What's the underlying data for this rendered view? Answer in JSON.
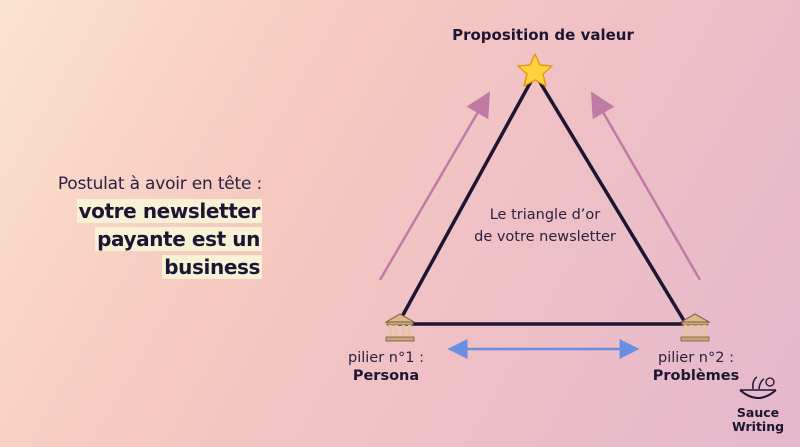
{
  "postulat": {
    "intro": "Postulat à avoir en tête :",
    "line1": "votre newsletter",
    "line2": "payante est un",
    "line3": "business"
  },
  "triangle": {
    "apex_title": "Proposition de valeur",
    "center_line1": "Le triangle d’or",
    "center_line2": "de votre newsletter",
    "pillar1_num": "pilier n°1 :",
    "pillar1_name": "Persona",
    "pillar2_num": "pilier n°2 :",
    "pillar2_name": "Problèmes"
  },
  "logo": {
    "line1": "Sauce",
    "line2": "Writing"
  },
  "colors": {
    "triangle_stroke": "#1d1633",
    "up_arrows": "#c07aa4",
    "double_arrow": "#6b8fe0",
    "star_fill": "#ffd23f",
    "highlight": "#f8f1d6"
  },
  "icons": {
    "apex": "star-icon",
    "pillars": "classical-building-icon"
  }
}
